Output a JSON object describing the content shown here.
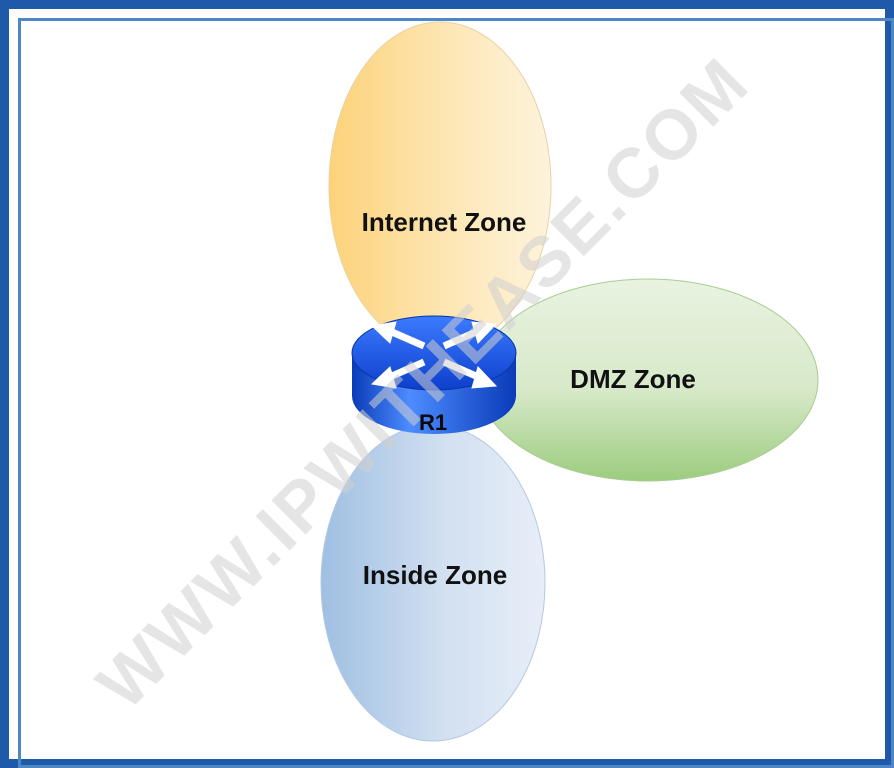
{
  "diagram": {
    "zones": {
      "internet": {
        "label": "Internet Zone",
        "color_dark": "#fdd27a",
        "color_light": "#fdf0d2"
      },
      "dmz": {
        "label": "DMZ Zone",
        "color_dark": "#9ccc7e",
        "color_light": "#e6f1dc"
      },
      "inside": {
        "label": "Inside Zone",
        "color_dark": "#9fbfe2",
        "color_light": "#e5ecf7"
      }
    },
    "router": {
      "label": "R1",
      "icon": "router-icon",
      "color": "#1a55e0"
    },
    "watermark": {
      "text": "WWW.IPWITHEASE.COM"
    }
  },
  "frame": {
    "outer_color": "#1e5aa8",
    "inner_color": "#4f86c6"
  }
}
